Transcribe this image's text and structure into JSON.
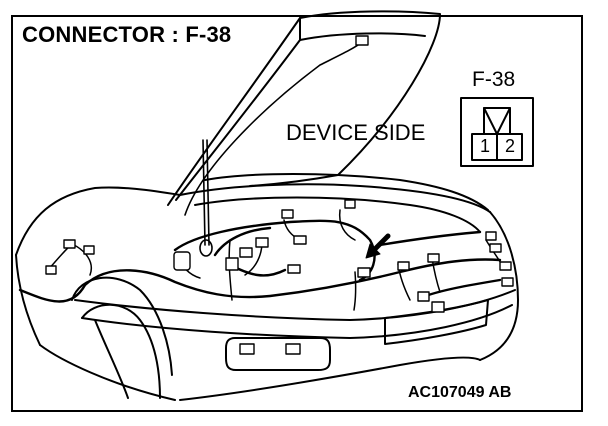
{
  "title": "CONNECTOR : F-38",
  "connector": {
    "id": "F-38",
    "pins": [
      "1",
      "2"
    ]
  },
  "callout": "DEVICE SIDE",
  "figure_code": "AC107049 AB"
}
